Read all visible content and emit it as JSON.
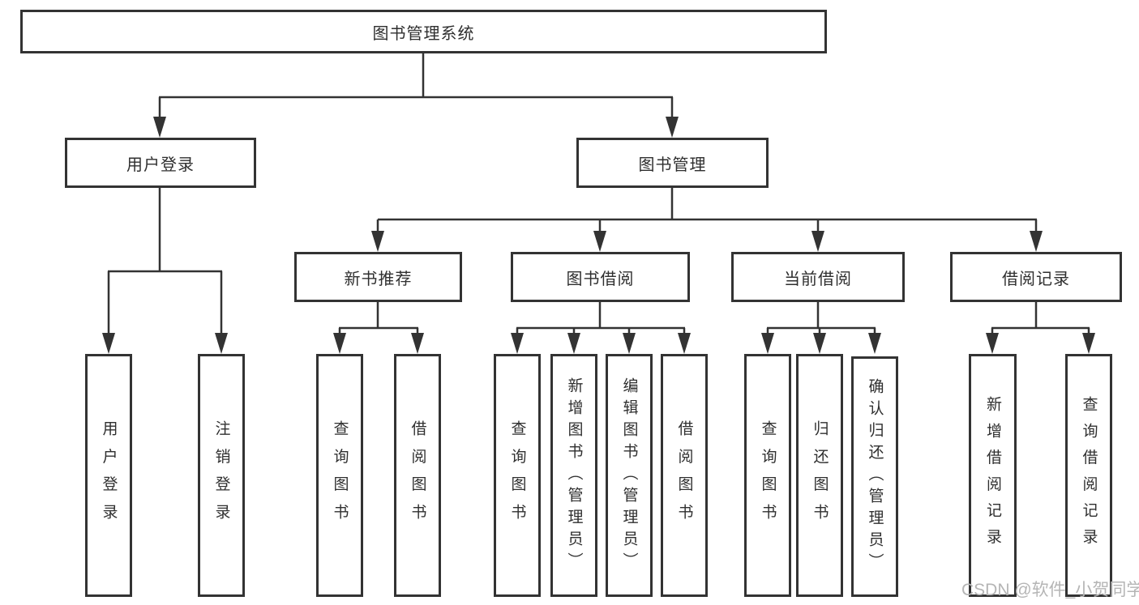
{
  "root": {
    "label": "图书管理系统"
  },
  "user_login": {
    "label": "用户登录",
    "children": [
      {
        "label": "用户登录"
      },
      {
        "label": "注销登录"
      }
    ]
  },
  "book_management": {
    "label": "图书管理",
    "sections": [
      {
        "label": "新书推荐",
        "children": [
          {
            "label": "查询图书"
          },
          {
            "label": "借阅图书"
          }
        ]
      },
      {
        "label": "图书借阅",
        "children": [
          {
            "label": "查询图书"
          },
          {
            "label": "新增图书（管理员）"
          },
          {
            "label": "编辑图书（管理员）"
          },
          {
            "label": "借阅图书"
          }
        ]
      },
      {
        "label": "当前借阅",
        "children": [
          {
            "label": "查询图书"
          },
          {
            "label": "归还图书"
          },
          {
            "label": "确认归还（管理员）"
          }
        ]
      },
      {
        "label": "借阅记录",
        "children": [
          {
            "label": "新增借阅记录"
          },
          {
            "label": "查询借阅记录"
          }
        ]
      }
    ]
  },
  "watermark": {
    "text": "CSDN @软件_小贺同学"
  },
  "colors": {
    "line": "#333333",
    "text": "#2f2f2f",
    "box_background": "#ffffff",
    "page_background": "#ffffff",
    "watermark": "#b5b5b5"
  }
}
